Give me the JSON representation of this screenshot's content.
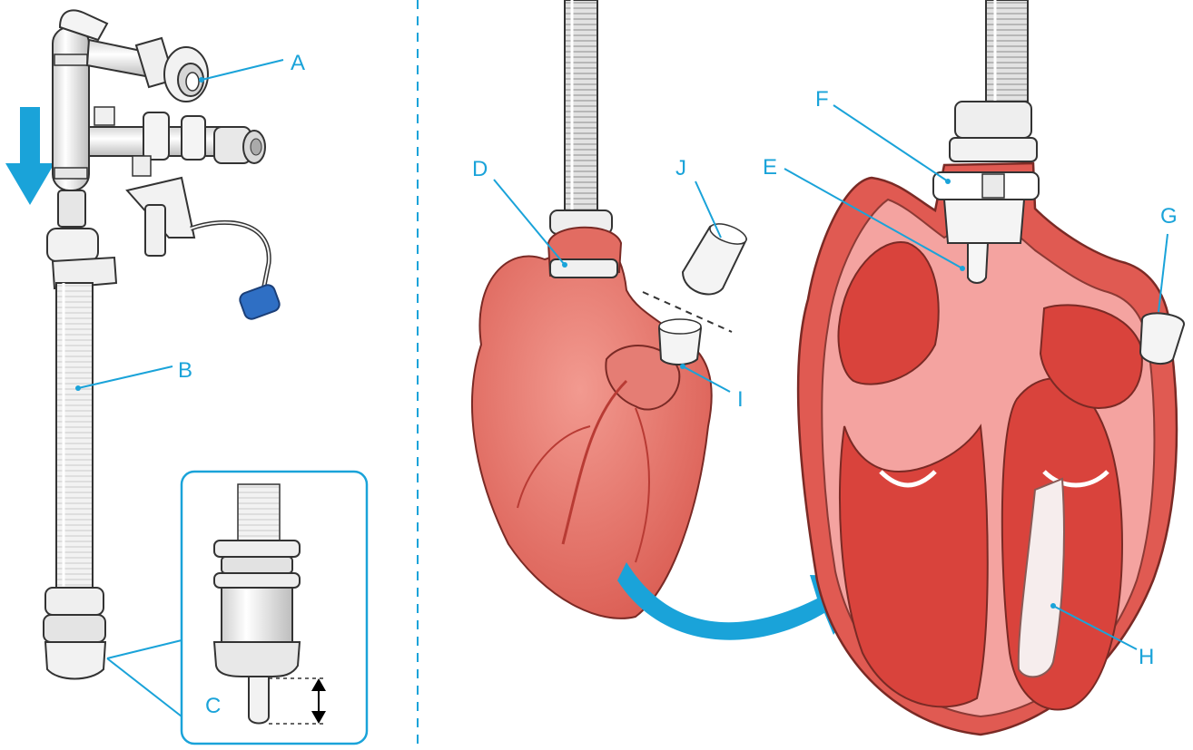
{
  "labels": {
    "A": "A",
    "B": "B",
    "C": "C",
    "D": "D",
    "E": "E",
    "F": "F",
    "G": "G",
    "H": "H",
    "I": "I",
    "J": "J"
  },
  "colors": {
    "accent": "#1aa3d9",
    "heart_outer": "#e8756c",
    "heart_inner": "#f3a7a1",
    "heart_dark": "#c8463f",
    "tube": "#f4f4f4",
    "cap": "#2f6fc4"
  }
}
